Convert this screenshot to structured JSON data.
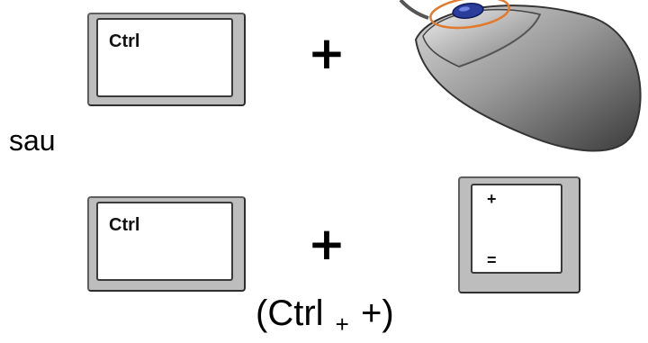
{
  "top_row": {
    "key_label": "Ctrl",
    "plus": "+"
  },
  "middle_text": "sau",
  "bottom_row": {
    "key_label": "Ctrl",
    "plus": "+",
    "plus_equals_key": {
      "top": "+",
      "bottom": "="
    }
  },
  "caption": {
    "open": "(Ctrl",
    "joiner": "+",
    "close": "+)"
  },
  "icons": {
    "mouse": "computer-mouse-icon"
  },
  "colors": {
    "key_frame": "#bdbdbd",
    "mouse_body": "#8a8a8a",
    "scroll_wheel": "#2a3d9a",
    "wheel_ring": "#e07a2e"
  }
}
